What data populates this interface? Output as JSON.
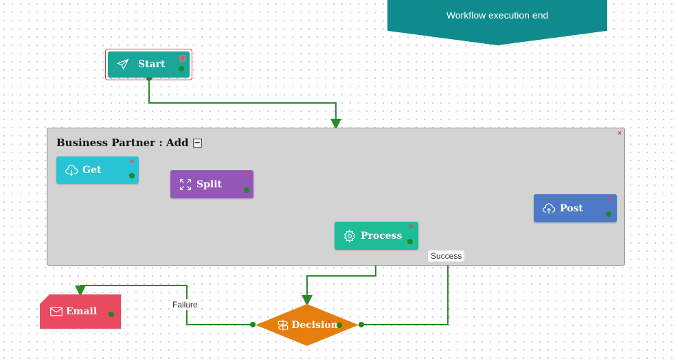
{
  "banner": {
    "text": "Workflow execution end",
    "color": "#0f8b8d"
  },
  "group": {
    "title": "Business Partner : Add",
    "collapse_glyph": "−",
    "close_glyph": "×"
  },
  "nodes": {
    "start": {
      "label": "Start",
      "icon": "send-icon",
      "color": "#1aa69a"
    },
    "get": {
      "label": "Get",
      "icon": "cloud-download-icon",
      "color": "#29c3d6"
    },
    "split": {
      "label": "Split",
      "icon": "expand-arrows-icon",
      "color": "#9457b8"
    },
    "process": {
      "label": "Process",
      "icon": "gear-icon",
      "color": "#1dbd98"
    },
    "post": {
      "label": "Post",
      "icon": "cloud-upload-icon",
      "color": "#4d79c7"
    },
    "decision": {
      "label": "Decision",
      "icon": "signpost-icon",
      "color": "#e67e0e"
    },
    "email": {
      "label": "Email",
      "icon": "envelope-icon",
      "color": "#e84a5f"
    }
  },
  "close_glyph": "×",
  "edge_labels": {
    "success": "Success",
    "failure": "Failure"
  },
  "colors": {
    "edge": "#2a8a2a",
    "edge_highlight": "#ffff33",
    "port": "#1e8a1e"
  }
}
